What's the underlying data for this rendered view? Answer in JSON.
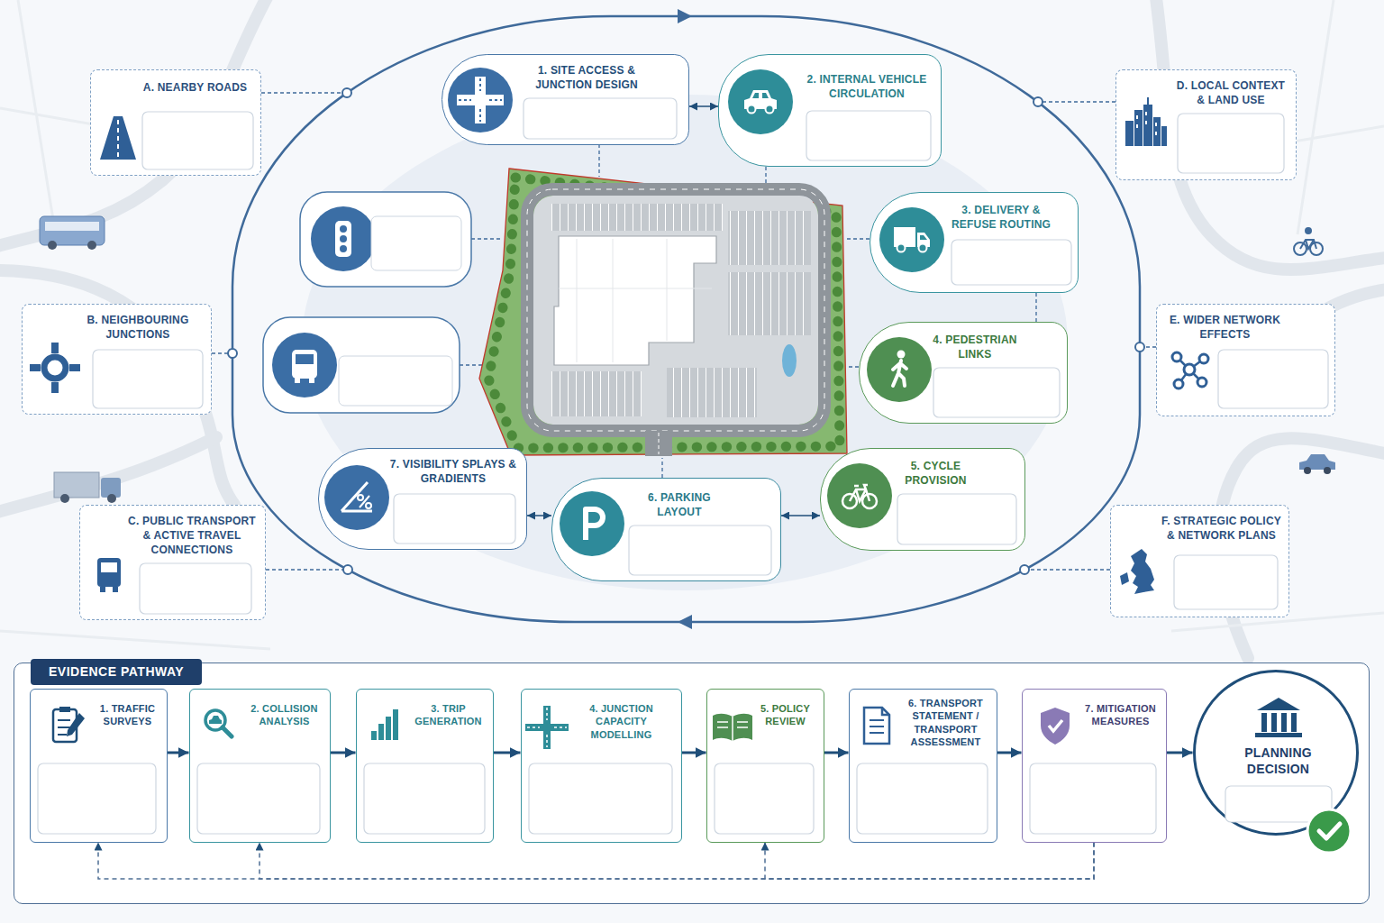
{
  "diagram": {
    "nodes": [
      {
        "text": [
          "A. NEARBY ROADS"
        ]
      },
      {
        "text": [
          "1. SITE ACCESS & JUNCTION DESIGN"
        ]
      },
      {
        "text": [
          "2. INTERNAL VEHICLE CIRCULATION"
        ]
      },
      {
        "text": [
          "D. LOCAL CONTEXT & LAND USE"
        ]
      },
      {
        "text": [
          "3. DELIVERY & REFUSE ROUTING"
        ]
      },
      {
        "text": [
          "B. NEIGHBOURING JUNCTIONS"
        ]
      },
      {
        "text": [
          "4. PEDESTRIAN LINKS"
        ]
      },
      {
        "text": [
          "E. WIDER NETWORK EFFECTS"
        ]
      },
      {
        "text": [
          "7. VISIBILITY SPLAYS & GRADIENTS"
        ]
      },
      {
        "text": [
          "6. PARKING LAYOUT"
        ]
      },
      {
        "text": [
          "5. CYCLE PROVISION"
        ]
      },
      {
        "text": [
          "C. PUBLIC TRANSPORT & ACTIVE TRAVEL CONNECTIONS"
        ]
      },
      {
        "text": [
          "F. STRATEGIC POLICY & NETWORK PLANS"
        ]
      },
      {
        "text": [
          "EVIDENCE PATHWAY"
        ]
      },
      {
        "text": [
          "1. TRAFFIC SURVEYS"
        ],
        "in": 13
      },
      {
        "text": [
          "2. COLLISION ANALYSIS"
        ],
        "in": 13
      },
      {
        "text": [
          "3. TRIP GENERATION"
        ],
        "in": 13
      },
      {
        "text": [
          "4. JUNCTION CAPACITY MODELLING"
        ],
        "in": 13
      },
      {
        "text": [
          "5. POLICY REVIEW"
        ],
        "in": 13
      },
      {
        "text": [
          "6. TRANSPORT STATEMENT / TRANSPORT ASSESSMENT"
        ],
        "in": 13
      },
      {
        "text": [
          "7. MITIGATION MEASURES"
        ],
        "in": 13
      },
      {
        "text": [
          "PLANNING DECISION"
        ],
        "in": 13
      }
    ],
    "edges": [
      {
        "from": 1,
        "to": 2,
        "arrow": "both"
      },
      {
        "from": 8,
        "to": 9,
        "arrow": "both"
      },
      {
        "from": 9,
        "to": 10,
        "arrow": "both"
      },
      {
        "from": 14,
        "to": 15,
        "arrow": "to"
      },
      {
        "from": 15,
        "to": 16,
        "arrow": "to"
      },
      {
        "from": 16,
        "to": 17,
        "arrow": "to"
      },
      {
        "from": 17,
        "to": 18,
        "arrow": "to"
      },
      {
        "from": 18,
        "to": 19,
        "arrow": "to"
      },
      {
        "from": 19,
        "to": 20,
        "arrow": "to"
      },
      {
        "from": 20,
        "to": 21,
        "arrow": "to"
      },
      {
        "from": 20,
        "to": 14,
        "arrow": "to"
      },
      {
        "from": 20,
        "to": 15,
        "arrow": "to"
      },
      {
        "from": 20,
        "to": 18,
        "arrow": "to"
      }
    ]
  }
}
